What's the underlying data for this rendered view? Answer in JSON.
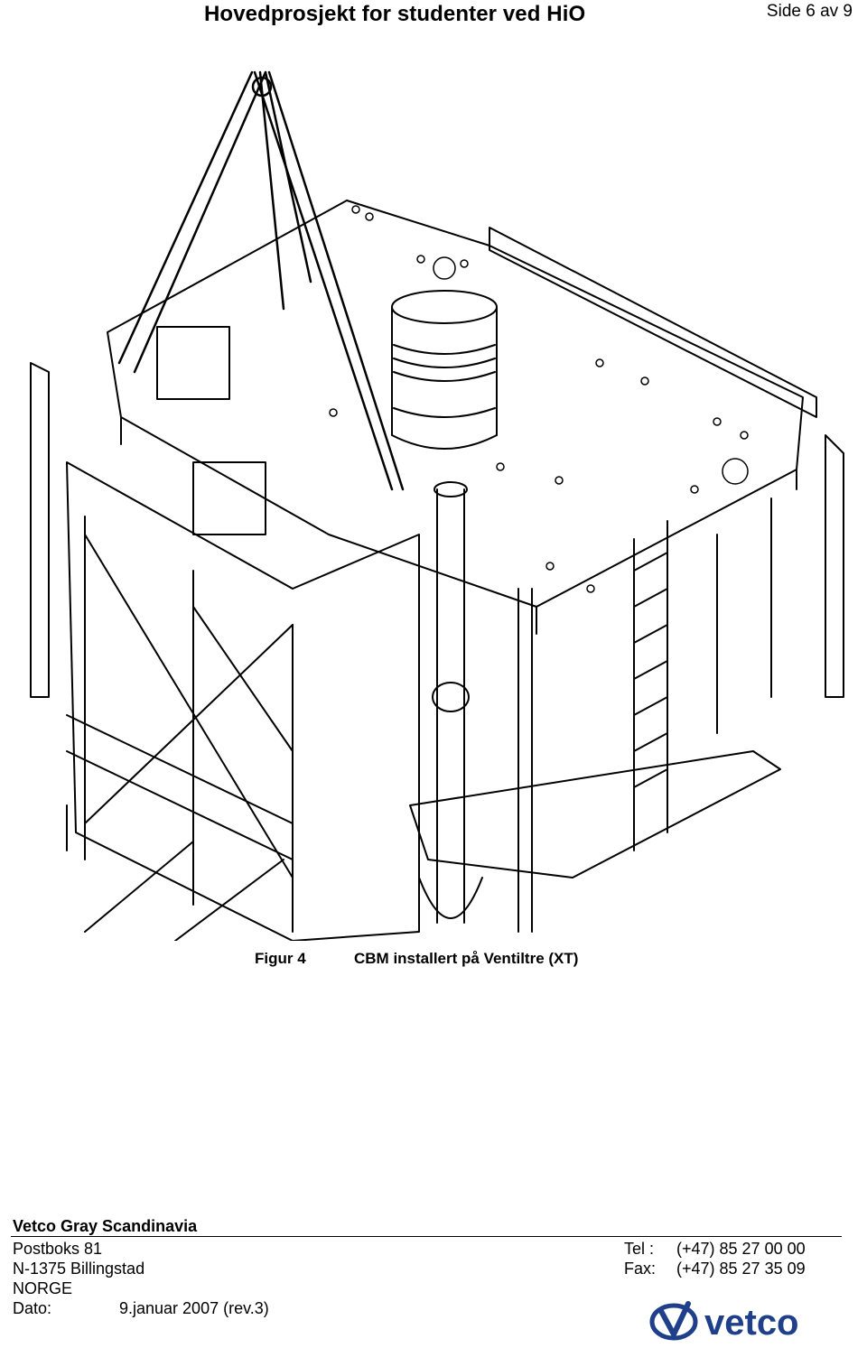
{
  "header": {
    "title": "Hovedprosjekt for studenter ved HiO",
    "page": "Side 6 av 9"
  },
  "figure": {
    "label": "Figur 4",
    "caption": "CBM installert på Ventiltre (XT)"
  },
  "footer": {
    "company": "Vetco Gray Scandinavia",
    "address_line1": "Postboks 81",
    "address_line2": "N-1375 Billingstad",
    "address_line3": "NORGE",
    "date_label": "Dato:",
    "date_value": "9.januar 2007 (rev.3)",
    "tel_label": "Tel :",
    "tel_value": "(+47) 85 27 00 00",
    "fax_label": "Fax:",
    "fax_value": "(+47) 85 27 35 09",
    "logo_text": "vetco"
  },
  "colors": {
    "ink": "#000000",
    "logo_blue": "#1f3f8a"
  }
}
